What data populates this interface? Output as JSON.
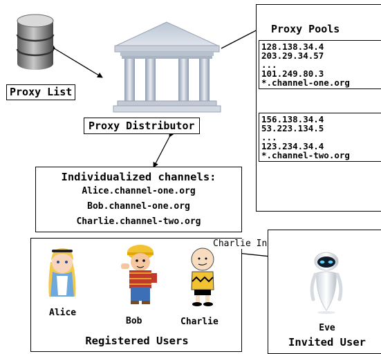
{
  "proxy_list": {
    "label": "Proxy List"
  },
  "distributor": {
    "label": "Proxy Distributor"
  },
  "pools": {
    "title": "Proxy Pools",
    "pool_one": [
      "128.138.34.4",
      "203.29.34.57",
      "...",
      "101.249.80.3",
      "*.channel-one.org"
    ],
    "pool_two": [
      "156.138.34.4",
      "53.223.134.5",
      "...",
      "123.234.34.4",
      "*.channel-two.org"
    ]
  },
  "channels": {
    "title": "Individualized channels:",
    "items": [
      "Alice.channel-one.org",
      "Bob.channel-one.org",
      "Charlie.channel-two.org"
    ]
  },
  "registered": {
    "title": "Registered Users",
    "users": [
      "Alice",
      "Bob",
      "Charlie"
    ]
  },
  "invite": {
    "label": "Charlie Invites Eve"
  },
  "invited": {
    "title": "Invited User",
    "user": "Eve"
  }
}
